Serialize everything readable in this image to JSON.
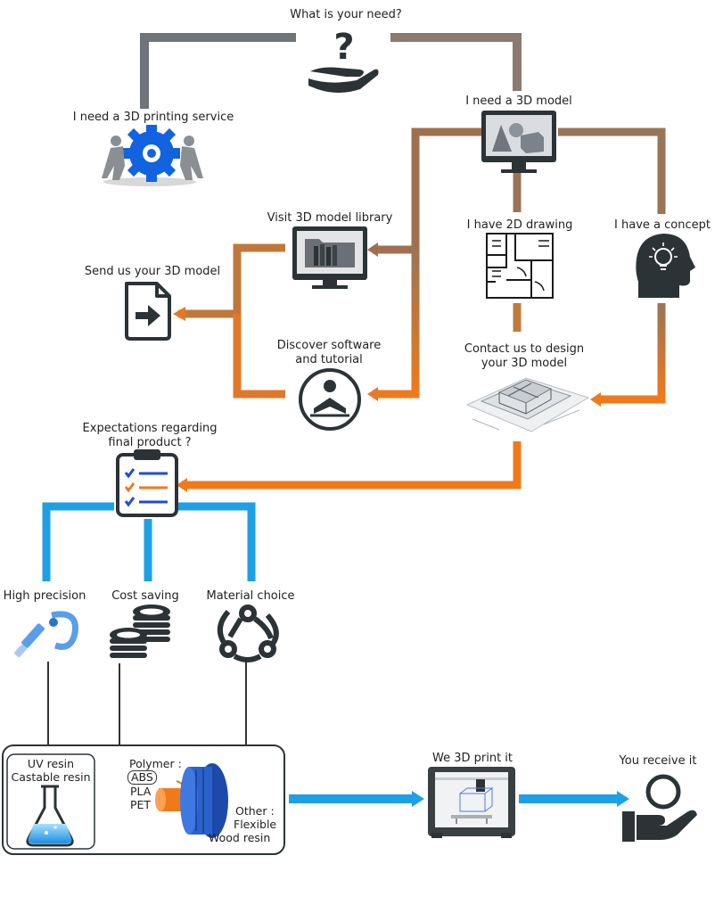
{
  "top": {
    "title": "What is your need?"
  },
  "service_branch": {
    "title": "I need a 3D printing service",
    "send_model": "Send us your 3D model",
    "expectations_line1": "Expectations regarding",
    "expectations_line2": "final product ?"
  },
  "model_branch": {
    "title": "I need a 3D model",
    "library": "Visit 3D model library",
    "software_line1": "Discover software",
    "software_line2": "and tutorial",
    "drawing": "I have 2D drawing",
    "concept": "I have a concept",
    "design_line1": "Contact us to design",
    "design_line2": "your 3D model"
  },
  "options": {
    "high_precision": "High precision",
    "cost_saving": "Cost saving",
    "material_choice": "Material choice"
  },
  "materials": {
    "resin_line1": "UV resin",
    "resin_line2": "Castable resin",
    "polymer_title": "Polymer :",
    "polymer_abs": "ABS",
    "polymer_pla": "PLA",
    "polymer_pet": "PET",
    "other_line1": "Other :",
    "other_line2": "Flexible",
    "other_line3": "Wood resin"
  },
  "final": {
    "print": "We 3D print it",
    "receive": "You receive it"
  },
  "colors": {
    "gray": "#6e7479",
    "brown": "#9a7458",
    "orange": "#f07a1a",
    "blue": "#1ea0e6",
    "steel_blue": "#3a8fc0",
    "icon_dark": "#2c3336",
    "gear_blue": "#1163e0"
  }
}
